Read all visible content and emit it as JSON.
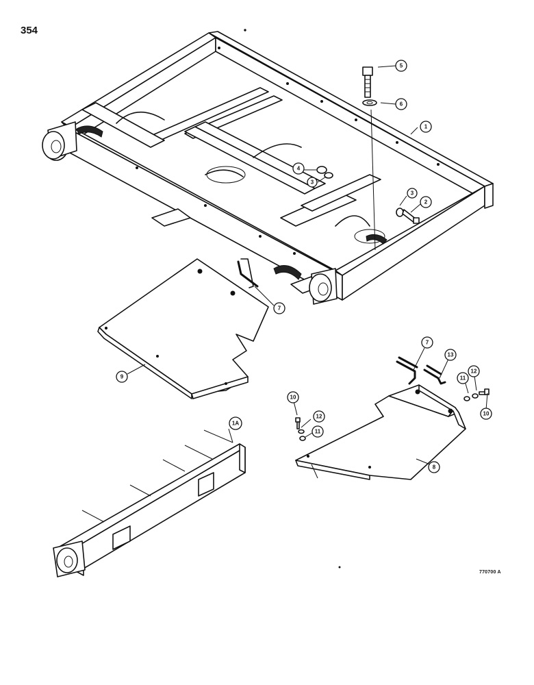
{
  "page_number": "354",
  "drawing_code": "770700 A",
  "callouts": [
    {
      "id": "c1",
      "label": "1"
    },
    {
      "id": "c1a",
      "label": "1A"
    },
    {
      "id": "c2",
      "label": "2"
    },
    {
      "id": "c3a",
      "label": "3"
    },
    {
      "id": "c3b",
      "label": "3"
    },
    {
      "id": "c4",
      "label": "4"
    },
    {
      "id": "c5",
      "label": "5"
    },
    {
      "id": "c6",
      "label": "6"
    },
    {
      "id": "c7a",
      "label": "7"
    },
    {
      "id": "c7b",
      "label": "7"
    },
    {
      "id": "c8",
      "label": "8"
    },
    {
      "id": "c9",
      "label": "9"
    },
    {
      "id": "c10a",
      "label": "10"
    },
    {
      "id": "c10b",
      "label": "10"
    },
    {
      "id": "c11a",
      "label": "11"
    },
    {
      "id": "c11b",
      "label": "11"
    },
    {
      "id": "c12a",
      "label": "12"
    },
    {
      "id": "c12b",
      "label": "12"
    },
    {
      "id": "c13",
      "label": "13"
    }
  ]
}
